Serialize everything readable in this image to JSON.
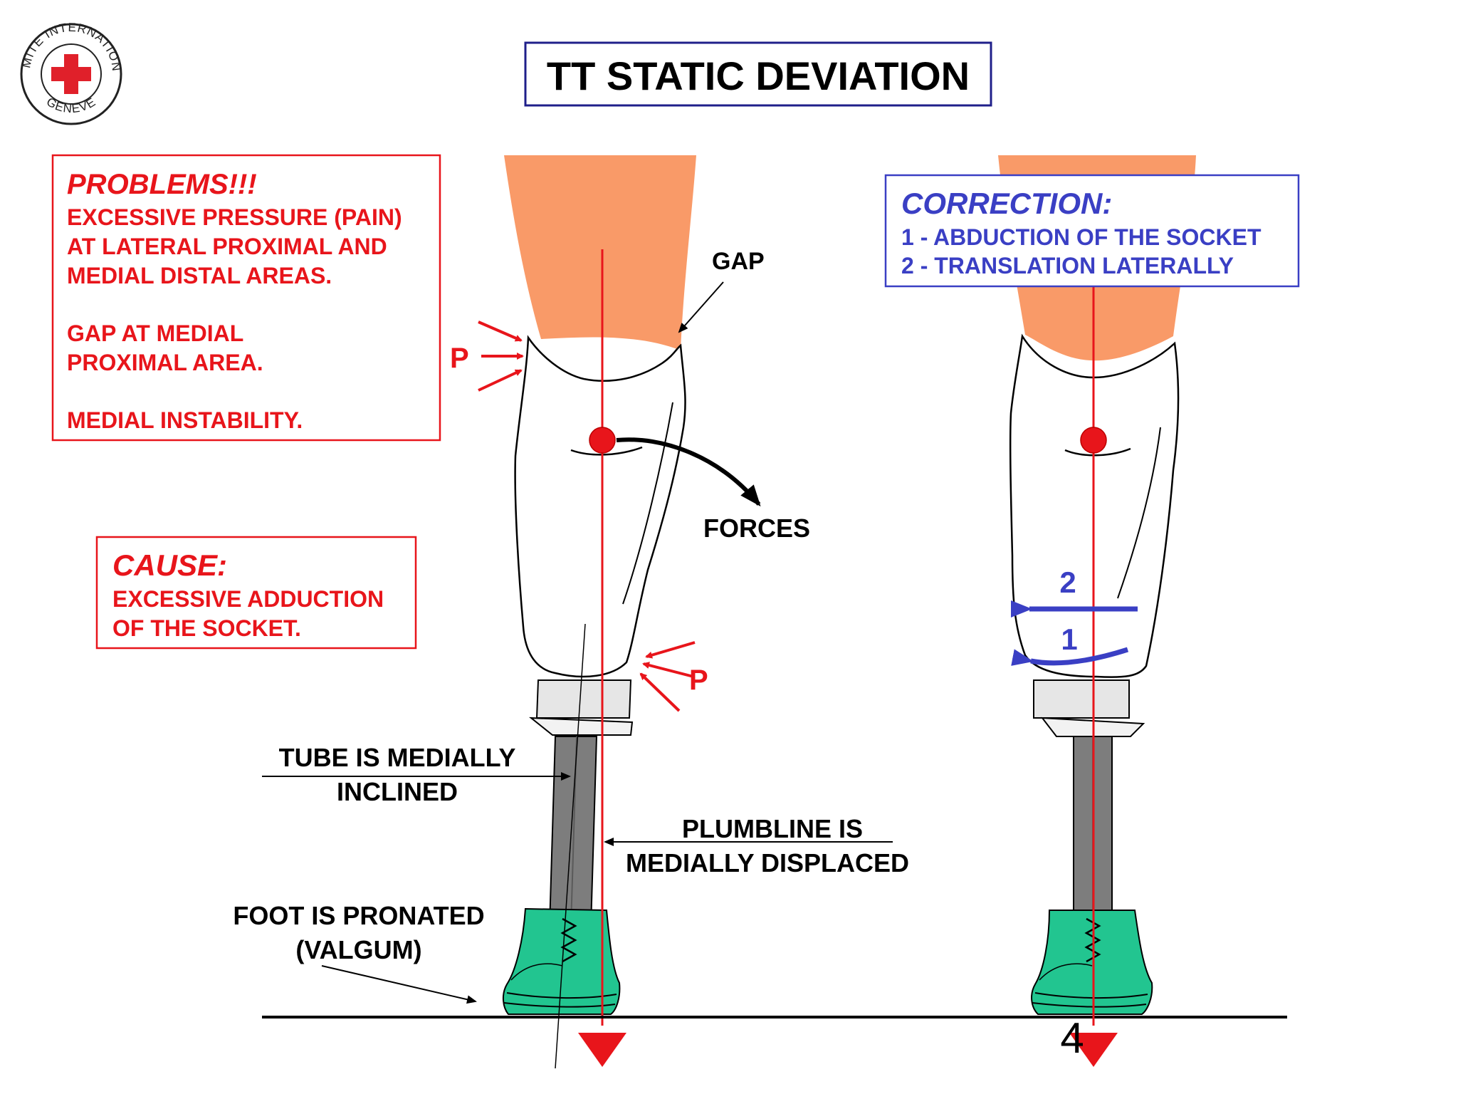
{
  "title": "TT STATIC DEVIATION",
  "logo": {
    "arc_top": "COMITE INTERNATIONAL",
    "arc_bottom": "GENEVE",
    "cross_color": "#e0202a"
  },
  "problems": {
    "heading": "PROBLEMS!!!",
    "lines": [
      "EXCESSIVE PRESSURE (PAIN)",
      "AT LATERAL PROXIMAL AND",
      "MEDIAL DISTAL AREAS.",
      "GAP AT MEDIAL",
      "PROXIMAL AREA.",
      "MEDIAL INSTABILITY."
    ]
  },
  "cause": {
    "heading": "CAUSE:",
    "lines": [
      "EXCESSIVE ADDUCTION",
      "OF THE SOCKET."
    ]
  },
  "correction": {
    "heading": "CORRECTION:",
    "lines": [
      "1 - ABDUCTION OF THE SOCKET",
      "2 - TRANSLATION LATERALLY"
    ]
  },
  "labels": {
    "gap": "GAP",
    "forces": "FORCES",
    "pressure": "P",
    "tube_line1": "TUBE IS MEDIALLY",
    "tube_line2": "INCLINED",
    "plumb_line1": "PLUMBLINE IS",
    "plumb_line2": "MEDIALLY DISPLACED",
    "foot_line1": "FOOT IS PRONATED",
    "foot_line2": "(VALGUM)",
    "step_2": "2",
    "step_1": "1",
    "page_number": "4"
  },
  "colors": {
    "red": "#e8151b",
    "blue": "#3a3fc4",
    "skin": "#f99a68",
    "shoe": "#22c590",
    "tube": "#7d7d7d"
  }
}
